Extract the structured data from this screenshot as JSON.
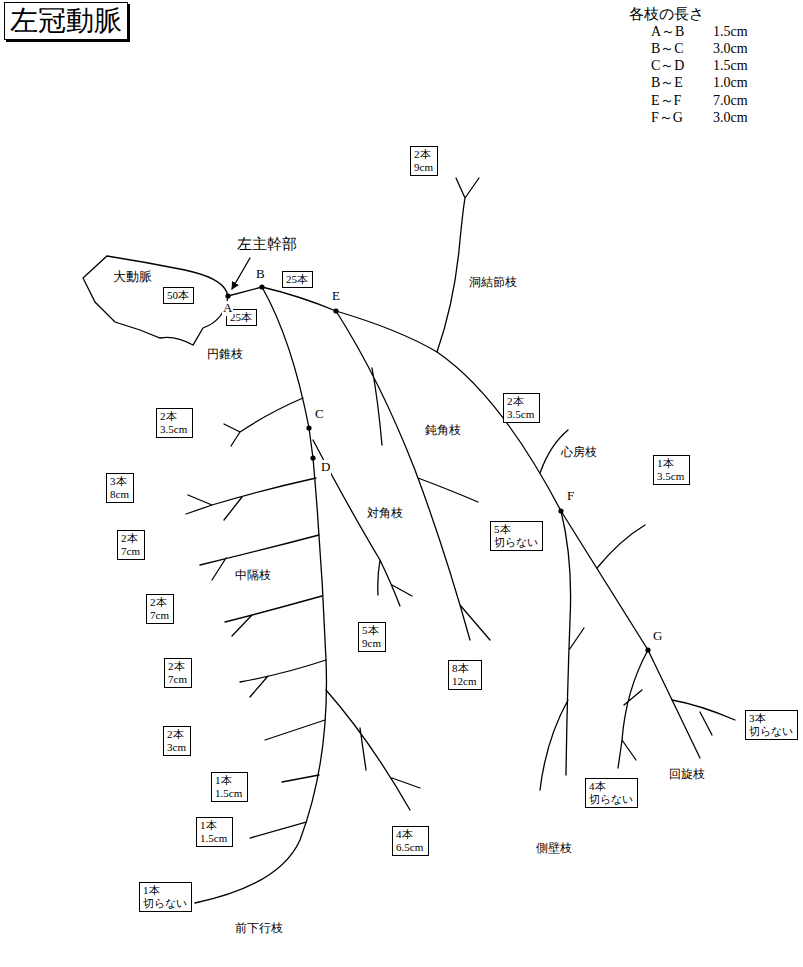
{
  "diagram": {
    "title": "左冠動脈",
    "nodes": [
      {
        "text": [
          "大動脈"
        ]
      },
      {
        "text": [
          "2本 9cm"
        ]
      },
      {
        "text": [
          "50本"
        ]
      },
      {
        "text": [
          "25本"
        ]
      },
      {
        "text": [
          "25本"
        ]
      },
      {
        "text": [
          "2本 3.5cm"
        ]
      },
      {
        "text": [
          "2本 3.5cm"
        ]
      },
      {
        "text": [
          "3本 8cm"
        ]
      },
      {
        "text": [
          "2本 7cm"
        ]
      },
      {
        "text": [
          "1本 3.5cm"
        ]
      },
      {
        "text": [
          "5本 切らない"
        ]
      },
      {
        "text": [
          "2本 7cm"
        ]
      },
      {
        "text": [
          "5本 9cm"
        ]
      },
      {
        "text": [
          "2本 7cm"
        ]
      },
      {
        "text": [
          "8本 12cm"
        ]
      },
      {
        "text": [
          "3本 切らない"
        ]
      },
      {
        "text": [
          "2本 3cm"
        ]
      },
      {
        "text": [
          "1本 1.5cm"
        ]
      },
      {
        "text": [
          "4本 切らない"
        ]
      },
      {
        "text": [
          "4本 6.5cm"
        ]
      },
      {
        "text": [
          "1本 1.5cm"
        ]
      },
      {
        "text": [
          "1本 切らない"
        ]
      }
    ],
    "labels": [
      "各枝の長さ",
      "A～B",
      "1.5cm",
      "B～C",
      "3.0cm",
      "C～D",
      "1.5cm",
      "B～E",
      "1.0cm",
      "E～F",
      "7.0cm",
      "F～G",
      "3.0cm",
      "左主幹部",
      "A",
      "B",
      "E",
      "洞結節枝",
      "円錐枝",
      "C",
      "鈍角枝",
      "心房枝",
      "D",
      "F",
      "対角枝",
      "中隔枝",
      "G",
      "回旋枝",
      "側壁枝",
      "前下行枝"
    ]
  }
}
